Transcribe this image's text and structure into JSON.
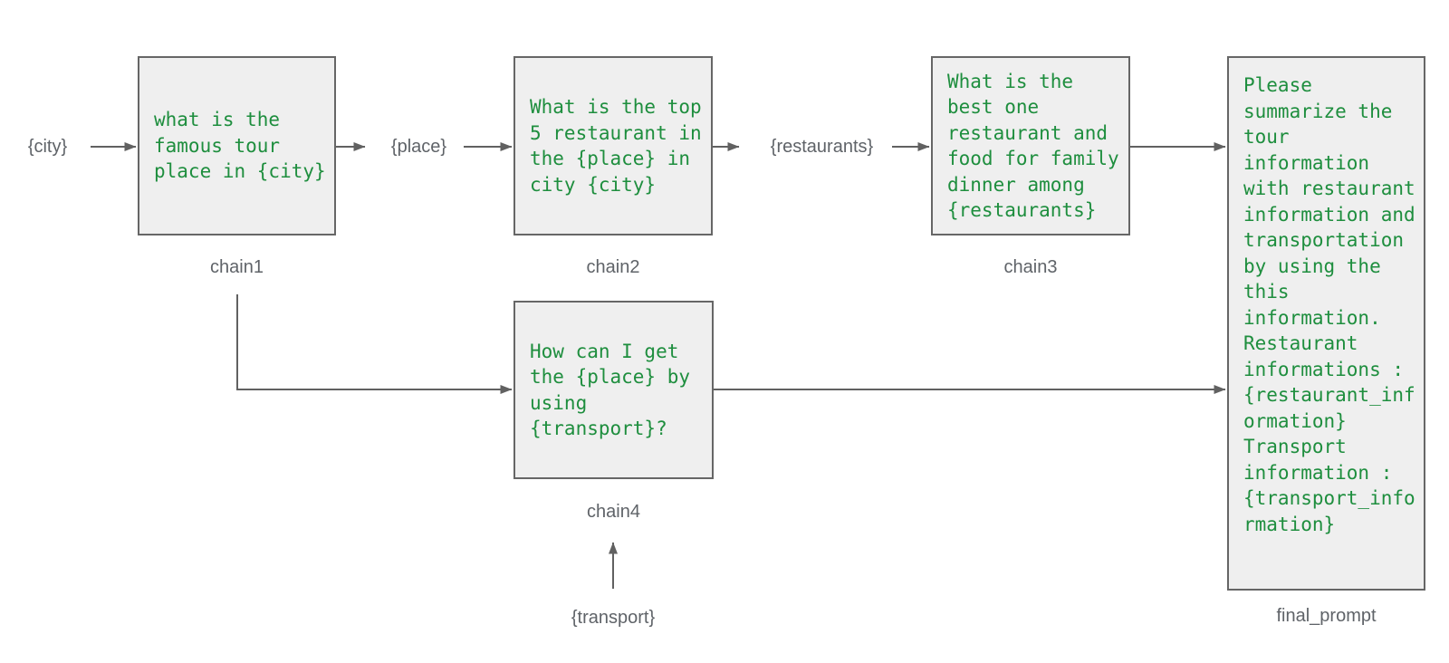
{
  "diagram": {
    "nodes": {
      "chain1": {
        "label": "chain1",
        "text": "what is the\nfamous tour\nplace in {city}"
      },
      "chain2": {
        "label": "chain2",
        "text": "What is the top\n5 restaurant in\nthe {place} in\ncity {city}"
      },
      "chain3": {
        "label": "chain3",
        "text": "What is the\nbest one\nrestaurant and\nfood for family\ndinner among\n{restaurants}"
      },
      "chain4": {
        "label": "chain4",
        "text": "How can I get\nthe {place} by\nusing\n{transport}?"
      },
      "final_prompt": {
        "label": "final_prompt",
        "text": "Please\nsummarize the\ntour\ninformation\nwith restaurant\ninformation and\ntransportation\nby using the\nthis\ninformation.\nRestaurant\ninformations :\n{restaurant_inf\normation}\nTransport\ninformation :\n{transport_info\nrmation}"
      }
    },
    "variables": {
      "city": {
        "label": "{city}"
      },
      "place": {
        "label": "{place}"
      },
      "restaurants": {
        "label": "{restaurants}"
      },
      "transport": {
        "label": "{transport}"
      }
    },
    "colors": {
      "prompt_text": "#1e8e3e",
      "label_text": "#5f6368",
      "box_fill": "#efefef",
      "box_border": "#666666",
      "arrow": "#616161"
    }
  }
}
